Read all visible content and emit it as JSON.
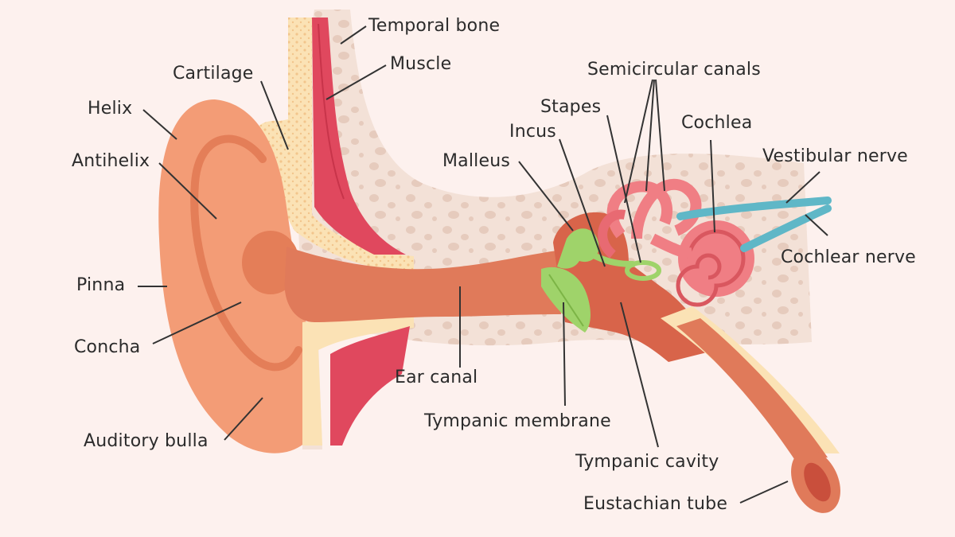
{
  "colors": {
    "background": "#fdf1ee",
    "bone": "#f3e1d7",
    "bone_spot": "#e8cfc3",
    "skin": "#f39c76",
    "skin_dark": "#e47e58",
    "canal": "#e07a5a",
    "cartilage": "#fbe2b5",
    "muscle": "#e0485e",
    "ossicle": "#9fd36a",
    "cochlea": "#f07e84",
    "nerve": "#5fb7c7",
    "leader": "#333333"
  },
  "labels": {
    "temporal_bone": "Temporal bone",
    "muscle": "Muscle",
    "cartilage": "Cartilage",
    "helix": "Helix",
    "antihelix": "Antihelix",
    "semicircular_canals": "Semicircular canals",
    "stapes": "Stapes",
    "incus": "Incus",
    "cochlea": "Cochlea",
    "malleus": "Malleus",
    "vestibular_nerve": "Vestibular nerve",
    "cochlear_nerve": "Cochlear nerve",
    "pinna": "Pinna",
    "concha": "Concha",
    "ear_canal": "Ear canal",
    "tympanic_membrane": "Tympanic membrane",
    "tympanic_cavity": "Tympanic cavity",
    "auditory_bulla": "Auditory bulla",
    "eustachian_tube": "Eustachian tube"
  }
}
